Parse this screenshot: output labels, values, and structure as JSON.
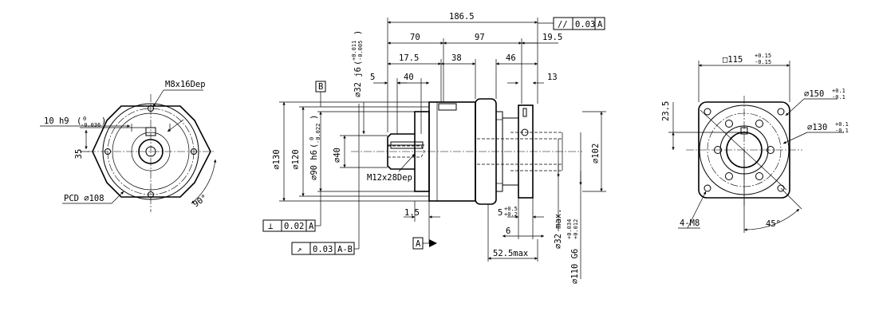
{
  "colors": {
    "ink": "#000000",
    "paper": "#ffffff"
  },
  "left_view": {
    "thread": "M8x16Dep",
    "keyway_a": "10 h9",
    "keyway_a_tol_upper": "0",
    "keyway_a_tol_lower": "-0.036",
    "height": "35",
    "pcd": "PCD ∅108",
    "angle": "90°"
  },
  "side_view": {
    "overall": "186.5",
    "dim_70": "70",
    "dim_97": "97",
    "dim_19_5": "19.5",
    "dim_17_5": "17.5",
    "dim_38": "38",
    "dim_46": "46",
    "dim_5": "5",
    "dim_40": "40",
    "dim_13": "13",
    "shaft": "∅32 j6",
    "shaft_tol_upper": "+0.011",
    "shaft_tol_lower": "-0.005",
    "dia_130": "∅130",
    "dia_120": "∅120",
    "pilot": "∅90 h6",
    "pilot_tol_upper": "0",
    "pilot_tol_lower": "-0.022",
    "dia_40": "∅40",
    "tap": "M12x28Dep",
    "dim_1_5": "1.5",
    "dim_5_bot": "5",
    "dim_5_tol_upper": "+0.5",
    "dim_5_tol_lower": "+0.2",
    "dim_6": "6",
    "max_len": "52.5max",
    "dia_32_max": "∅32 max.",
    "bore": "∅110 G6",
    "bore_tol_upper": "+0.034",
    "bore_tol_lower": "+0.012",
    "dia_102": "∅102",
    "datum_a": "A",
    "datum_b": "B",
    "fcf_parallel_sym": "//",
    "fcf_parallel_val": "0.03",
    "fcf_parallel_ref": "A",
    "fcf_perp_sym": "⊥",
    "fcf_perp_val": "0.02",
    "fcf_perp_ref": "A",
    "fcf_runout_sym": "↗",
    "fcf_runout_val": "0.03",
    "fcf_runout_ref": "A-B"
  },
  "right_view": {
    "square": "□115",
    "square_tol_upper": "+0.15",
    "square_tol_lower": "-0.15",
    "dia_150": "∅150",
    "dia_150_tol_upper": "+0.1",
    "dia_150_tol_lower": "-0.1",
    "dia_130": "∅130",
    "dia_130_tol_upper": "+0.1",
    "dia_130_tol_lower": "-0.1",
    "dim_23_5": "23.5",
    "holes": "4-M8",
    "angle": "45°"
  }
}
